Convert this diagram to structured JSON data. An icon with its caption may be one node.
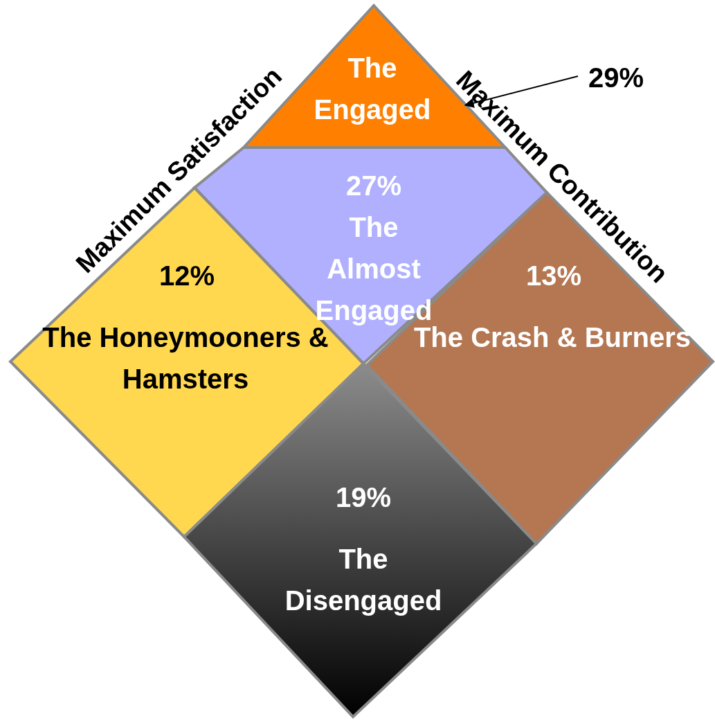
{
  "diagram": {
    "nodes": [
      {
        "text": [
          "The Engaged"
        ]
      },
      {
        "text": [
          "27%",
          "The Almost Engaged"
        ]
      },
      {
        "text": [
          "12%",
          "The Honeymooners & Hamsters"
        ]
      },
      {
        "text": [
          "13%",
          "The Crash & Burners"
        ]
      },
      {
        "text": [
          "19%",
          "The Disengaged"
        ]
      },
      {
        "text": [
          "29%"
        ]
      }
    ],
    "edges": [
      {
        "from": 5,
        "to": 0,
        "arrow": "to"
      }
    ],
    "labels": [
      "Maximum Satisfaction",
      "Maximum Contribution"
    ]
  }
}
